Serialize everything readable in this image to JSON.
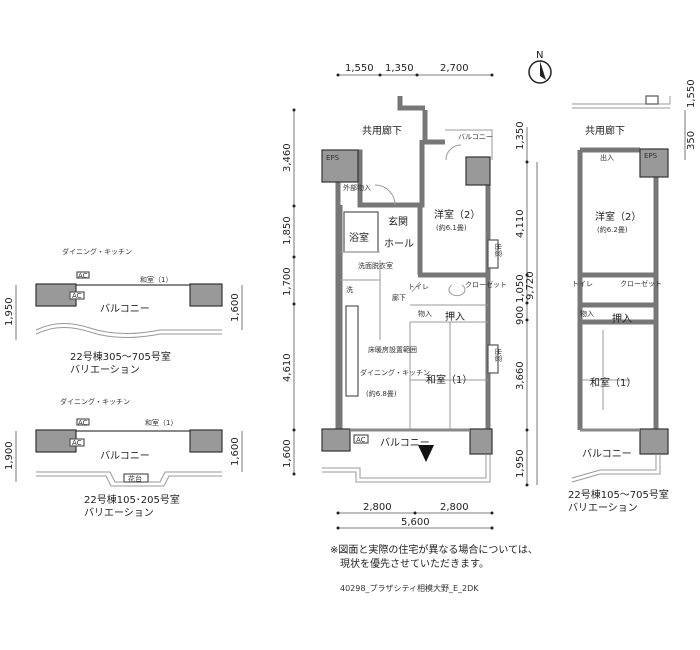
{
  "north_label": "N",
  "main_plan": {
    "top_dims": [
      "1,550",
      "1,350",
      "2,700"
    ],
    "left_dims": [
      "3,460",
      "1,850",
      "1,700",
      "4,610",
      "1,600"
    ],
    "right_dims": [
      "1,350",
      "4,110",
      "1,050",
      "900",
      "9,720",
      "3,660",
      "1,950"
    ],
    "bottom_dims": [
      "2,800",
      "2,800"
    ],
    "bottom_total": "5,600",
    "rooms": {
      "corridor": "共用廊下",
      "eps": "EPS",
      "outdoor_storage": "外部物入",
      "entrance": "玄関",
      "hall": "ホール",
      "bath": "浴室",
      "washroom": "洗面脱衣室",
      "laundry": "洗",
      "western_room": "洋室（2）",
      "western_room_size": "(約6.1畳)",
      "toilet": "トイレ",
      "closet": "クローゼット",
      "hallway": "廊下",
      "storage": "物入",
      "oshiire": "押入",
      "floor_heating": "床暖房設置範囲",
      "dining_kitchen": "ダイニング・キッチン",
      "dining_kitchen_size": "(約6.8畳)",
      "japanese_room": "和室（1）",
      "balcony": "バルコニー",
      "small_balcony": "バルコニー",
      "bay_window": "出窓",
      "ac": "AC"
    }
  },
  "variation_305": {
    "dining": "ダイニング・キッチン",
    "japanese_room": "和室（1）",
    "balcony": "バルコニー",
    "ac": "AC",
    "dim_left": "1,950",
    "dim_right": "1,600",
    "caption_line1": "22号棟305～705号室",
    "caption_line2": "バリエーション"
  },
  "variation_105": {
    "dining": "ダイニング・キッチン",
    "japanese_room": "和室（1）",
    "balcony": "バルコニー",
    "ac": "AC",
    "planter": "花台",
    "dim_left": "1,900",
    "dim_right": "1,600",
    "caption_line1": "22号棟105･205号室",
    "caption_line2": "バリエーション"
  },
  "variation_right": {
    "corridor": "共用廊下",
    "eps": "EPS",
    "entry": "出入",
    "western_room": "洋室（2）",
    "western_room_size": "(約6.2畳)",
    "toilet": "トイレ",
    "closet": "クローゼット",
    "storage": "物入",
    "oshiire": "押入",
    "japanese_room": "和室（1）",
    "balcony": "バルコニー",
    "dims": [
      "350",
      "1,550"
    ],
    "caption_line1": "22号棟105～705号室",
    "caption_line2": "バリエーション"
  },
  "note_line1": "※図面と実際の住宅が異なる場合については、",
  "note_line2": "現状を優先させていただきます。",
  "file_label": "40298_プラザシティ相模大野_E_2DK"
}
